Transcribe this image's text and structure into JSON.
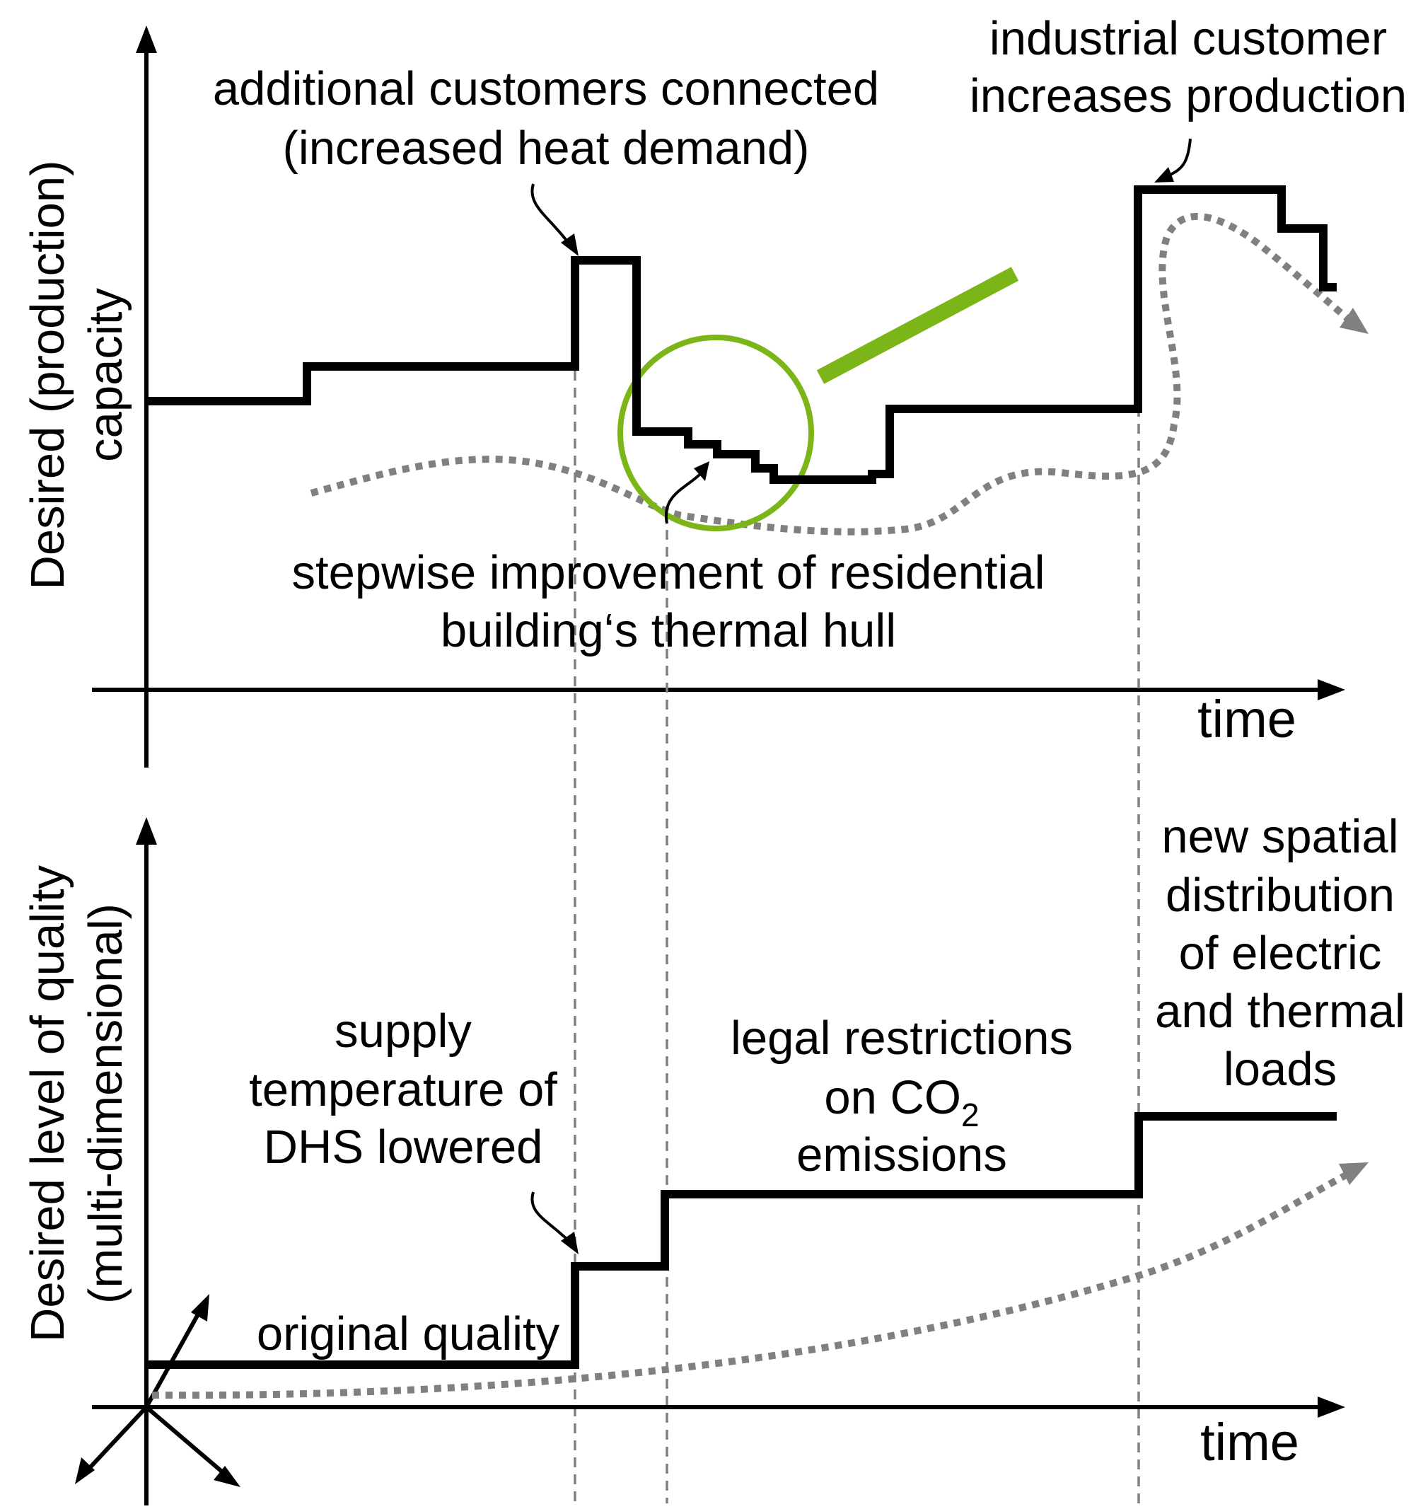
{
  "top_panel": {
    "y_axis_label_line1": "Desired (production)",
    "y_axis_label_line2": "capacity",
    "x_axis_label": "time",
    "annotations": {
      "additional_customers_line1": "additional customers connected",
      "additional_customers_line2": "(increased heat demand)",
      "industrial_customer_line1": "industrial customer",
      "industrial_customer_line2": "increases production",
      "stepwise_line1": "stepwise improvement of residential",
      "stepwise_line2": "building‘s thermal hull"
    }
  },
  "bottom_panel": {
    "y_axis_label_line1": "Desired level of quality",
    "y_axis_label_line2": "(multi-dimensional)",
    "x_axis_label": "time",
    "annotations": {
      "supply_line1": "supply",
      "supply_line2": "temperature of",
      "supply_line3": "DHS lowered",
      "legal_line1": "legal restrictions",
      "legal_line2_prefix": "on CO",
      "legal_line2_subscript": "2",
      "legal_line3": "emissions",
      "spatial_line1": "new spatial",
      "spatial_line2": "distribution",
      "spatial_line3": "of electric",
      "spatial_line4": "and thermal",
      "spatial_line5": "loads",
      "original_quality": "original quality"
    }
  },
  "colors": {
    "line": "#000000",
    "trend": "#808080",
    "magnifier": "#7cb518"
  },
  "icons": {
    "magnifier": "magnifying-glass-icon",
    "quality_dimensions": "multi-axis-arrows-icon"
  }
}
